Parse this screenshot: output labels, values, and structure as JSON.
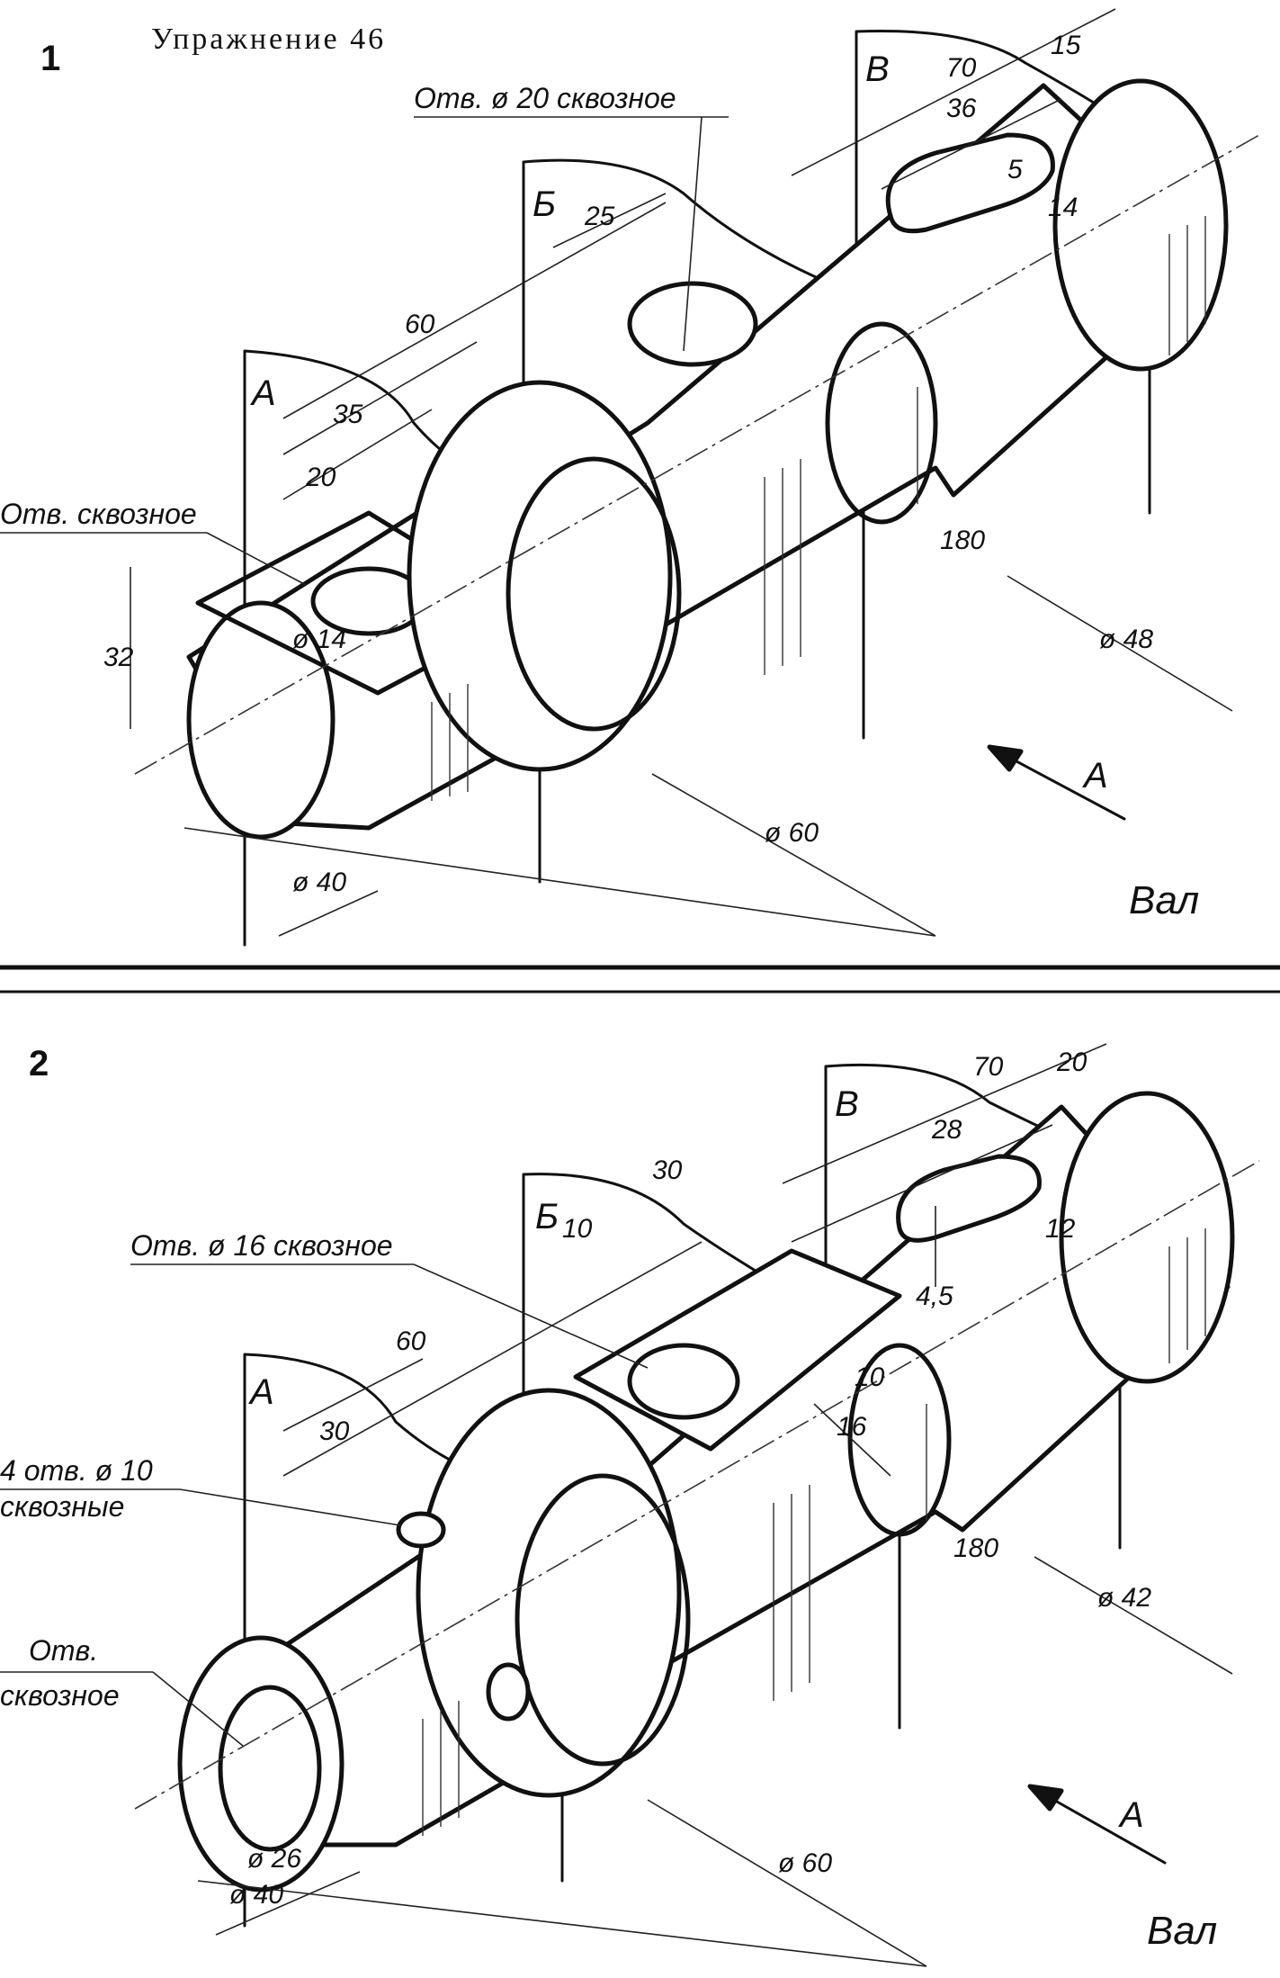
{
  "header": {
    "exercise_title": "Упражнение 46"
  },
  "separator_color": "#111111",
  "figures": [
    {
      "number": "1",
      "part_name": "Вал",
      "planes": [
        "А",
        "Б",
        "В"
      ],
      "view_direction_label": "А",
      "notes": [
        "Отв. ø 20 сквозное",
        "Отв. сквозное"
      ],
      "dimensions": [
        "70",
        "15",
        "36",
        "5",
        "14",
        "25",
        "60",
        "35",
        "20",
        "ø 14",
        "32",
        "180",
        "ø 48",
        "ø 60",
        "ø 40"
      ]
    },
    {
      "number": "2",
      "part_name": "Вал",
      "planes": [
        "А",
        "Б",
        "В"
      ],
      "view_direction_label": "А",
      "notes": [
        "Отв. ø 16 сквозное",
        "4 отв. ø 10",
        "сквозные",
        "Отв.",
        "сквозное"
      ],
      "dimensions": [
        "70",
        "20",
        "28",
        "30",
        "10",
        "12",
        "4,5",
        "60",
        "30",
        "10",
        "16",
        "180",
        "ø 42",
        "ø 60",
        "ø 26",
        "ø 40"
      ]
    }
  ]
}
